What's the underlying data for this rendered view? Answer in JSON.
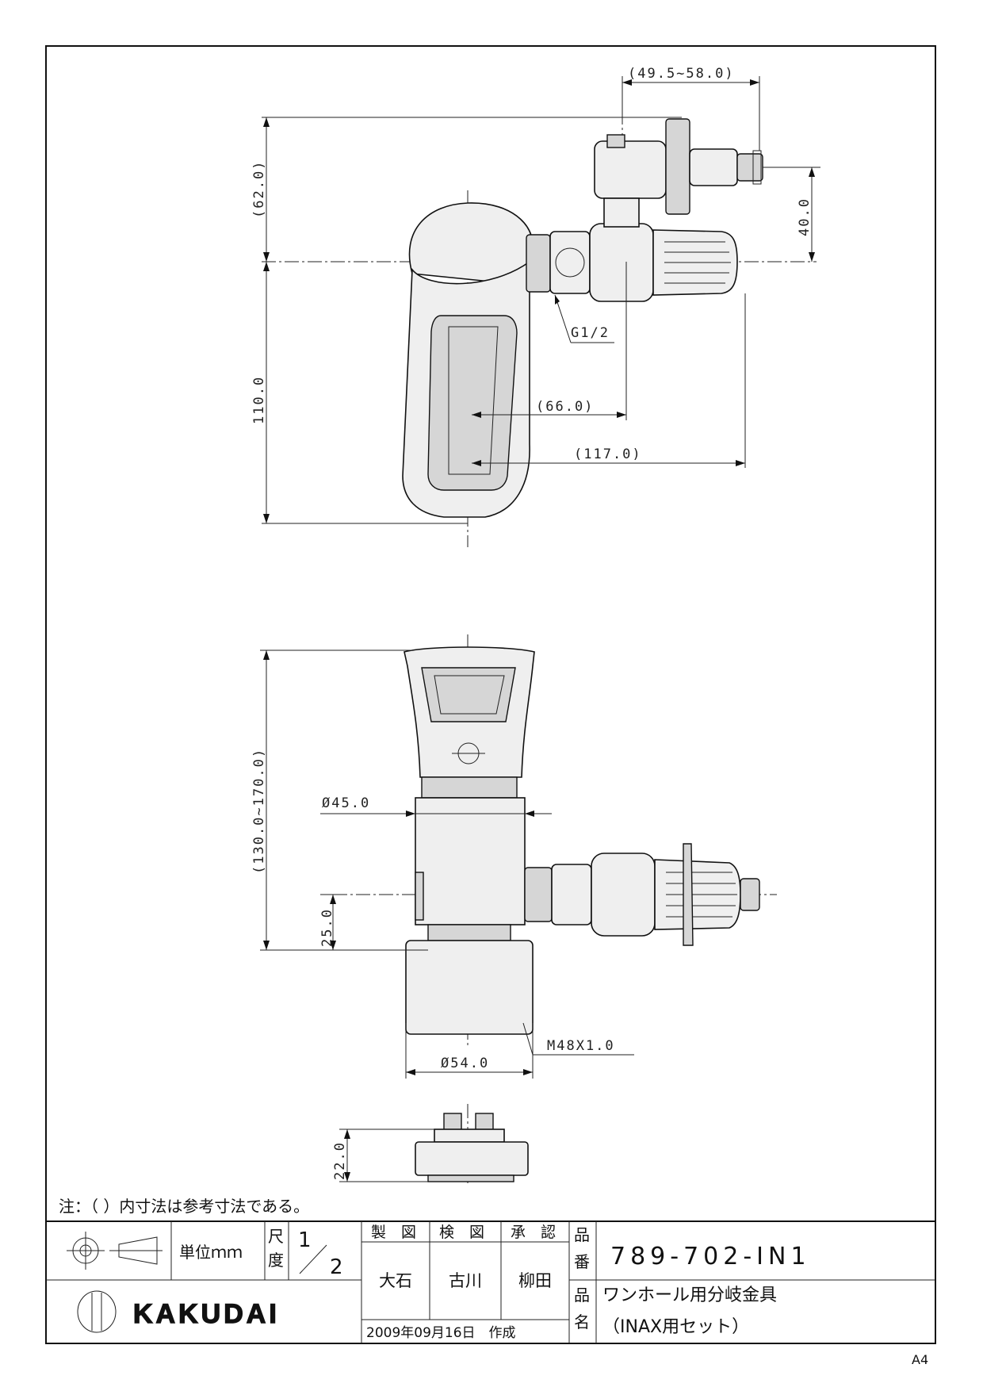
{
  "dimensions": {
    "top_reach": "(49.5~58.0)",
    "top_height": "(62.0)",
    "side_offset": "40.0",
    "thread": "G1/2",
    "main_height": "110.0",
    "offset_66": "(66.0)",
    "offset_117": "(117.0)",
    "front_height": "(130.0~170.0)",
    "diameter_45": "Ø45.0",
    "height_25": "25.0",
    "thread_m48": "M48X1.0",
    "diameter_54": "Ø54.0",
    "adapter_height": "22.0"
  },
  "note": "注：（ ）内寸法は参考寸法である。",
  "title_block": {
    "unit_label": "単位ｍｍ",
    "scale_label_1": "尺",
    "scale_label_2": "度",
    "scale_num": "1",
    "scale_den": "2",
    "drawn_label": "製　図",
    "checked_label": "検　図",
    "approved_label": "承　認",
    "drawn_by": "大石",
    "checked_by": "古川",
    "approved_by": "柳田",
    "date": "2009年09月16日　作成",
    "part_no_label_1": "品",
    "part_no_label_2": "番",
    "part_no": "789-702-IN1",
    "part_name_label_1": "品",
    "part_name_label_2": "名",
    "part_name_line1": "ワンホール用分岐金具",
    "part_name_line2": "（INAX用セット）",
    "brand": "KAKUDAI",
    "symbols": {
      "projection": "third-angle-projection-icon",
      "logo": "kakudai-logo-icon"
    }
  },
  "paper_size": "A4"
}
